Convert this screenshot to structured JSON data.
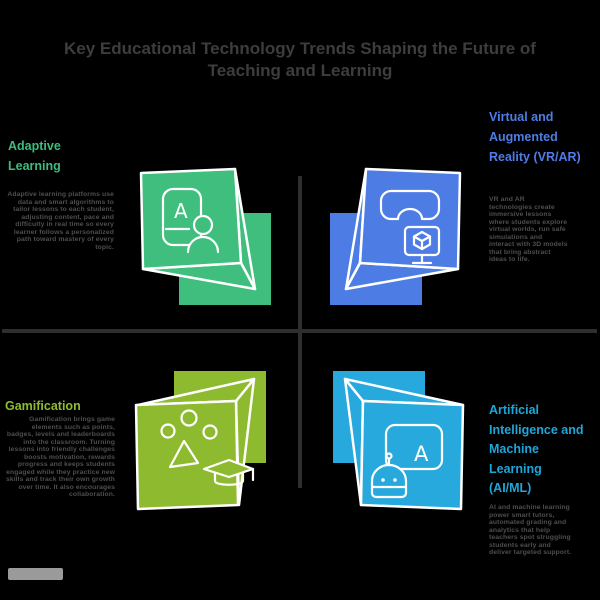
{
  "title": {
    "line1": "Key Educational Technology Trends Shaping the Future of",
    "line2": "Teaching and Learning"
  },
  "colors": {
    "background": "#000000",
    "title_text": "#3d3d3d",
    "body_text": "#4e4e4e",
    "divider": "#2e2e2e",
    "green": "#3fbe7e",
    "blue": "#4d7de4",
    "olive": "#8eba2f",
    "cyan": "#27a9dd"
  },
  "sections": [
    {
      "id": "adaptive-learning",
      "position": "top-left",
      "heading": "Adaptive Learning",
      "heading_color": "#3dbc7d",
      "icon": "card-letter-person-icon",
      "icon_color": "#3fbe7e",
      "body": "Adaptive learning platforms use data and smart algorithms to tailor lessons to each student, adjusting content, pace and difficulty in real time so every learner follows a personalized path toward mastery of every topic."
    },
    {
      "id": "vr-ar",
      "position": "top-right",
      "heading": "Virtual and Augmented Reality (VR/AR)",
      "heading_color": "#4f7ce6",
      "icon": "vr-headset-monitor-cube-icon",
      "icon_color": "#4d7de4",
      "body": "VR and AR technologies create immersive lessons where students explore virtual worlds, run safe simulations and interact with 3D models that bring abstract ideas to life."
    },
    {
      "id": "gamification",
      "position": "bottom-left",
      "heading": "Gamification",
      "heading_color": "#8fbb2e",
      "icon": "group-graduation-cap-icon",
      "icon_color": "#8eba2f",
      "body": "Gamification brings game elements such as points, badges, levels and leaderboards into the classroom. Turning lessons into friendly challenges boosts motivation, rewards progress and keeps students engaged while they practice new skills and track their own growth over time. It also encourages collaboration."
    },
    {
      "id": "ai-ml",
      "position": "bottom-right",
      "heading": "Artificial Intelligence and Machine Learning (AI/ML)",
      "heading_color": "#1fa6d9",
      "icon": "robot-screen-letter-icon",
      "icon_color": "#27a9dd",
      "body": "AI and machine learning power smart tutors, automated grading and analytics that help teachers spot struggling students early and deliver targeted support."
    }
  ],
  "icon_glyphs": {
    "adaptive_letter": "A",
    "ai_letter": "A"
  }
}
